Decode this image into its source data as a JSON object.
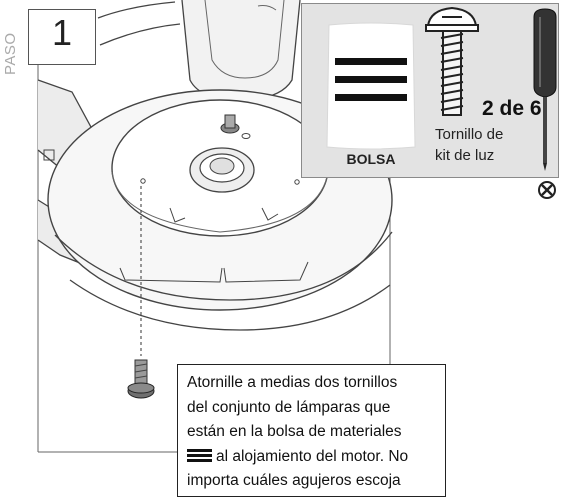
{
  "step": {
    "side_label": "PASO",
    "number": "1"
  },
  "parts": {
    "bag_label": "BOLSA",
    "quantity": "2 de 6",
    "part_name_line1": "Tornillo de",
    "part_name_line2": "kit de luz"
  },
  "tool_symbol": "phillips-screwdriver-icon",
  "instruction": {
    "line1": "Atornille a medias dos tornillos",
    "line2": "del conjunto de lámparas que",
    "line3": "están en la bolsa de materiales",
    "line4": "al alojamiento del motor. No",
    "line5": "importa cuáles agujeros escoja"
  },
  "colors": {
    "panel_bg": "#e3e3e3",
    "line": "#333333"
  }
}
